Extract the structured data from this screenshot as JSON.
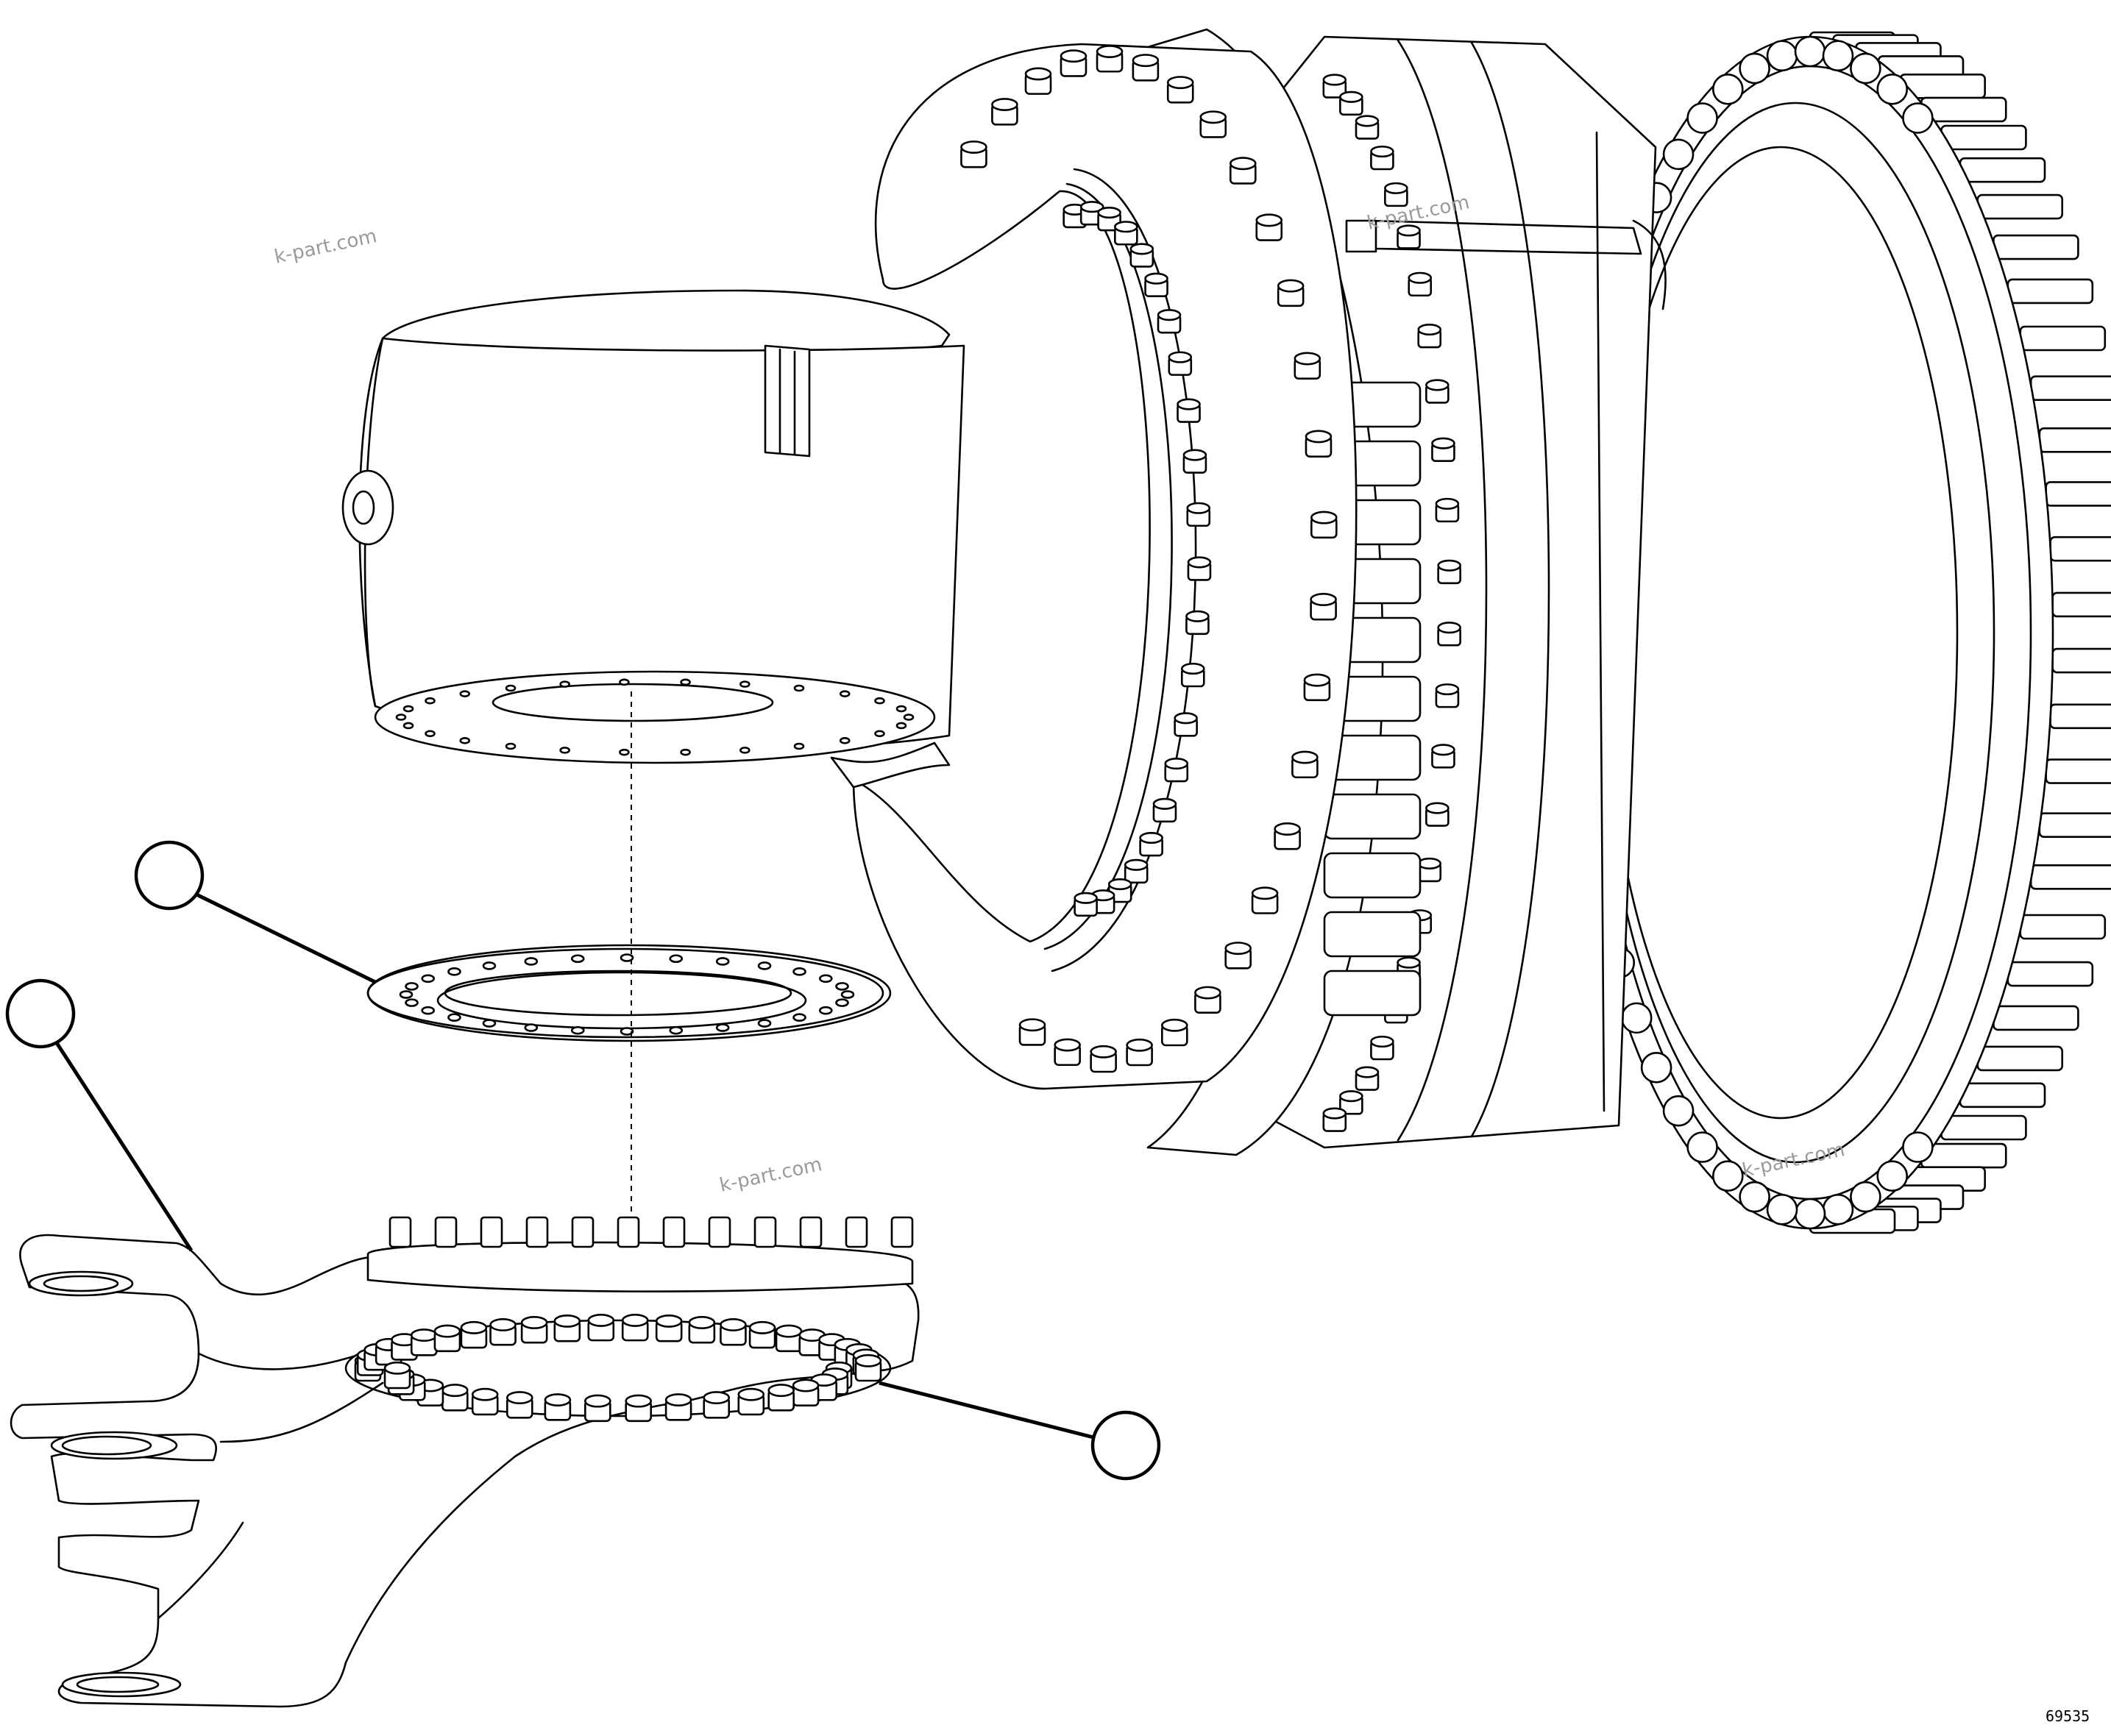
{
  "figure_number": "69535",
  "watermarks": [
    "k-part.com",
    "k-part.com",
    "k-part.com",
    "k-part.com"
  ],
  "callouts": [
    {
      "id": "callout-1",
      "label": ""
    },
    {
      "id": "callout-2",
      "label": ""
    },
    {
      "id": "callout-3",
      "label": ""
    }
  ]
}
